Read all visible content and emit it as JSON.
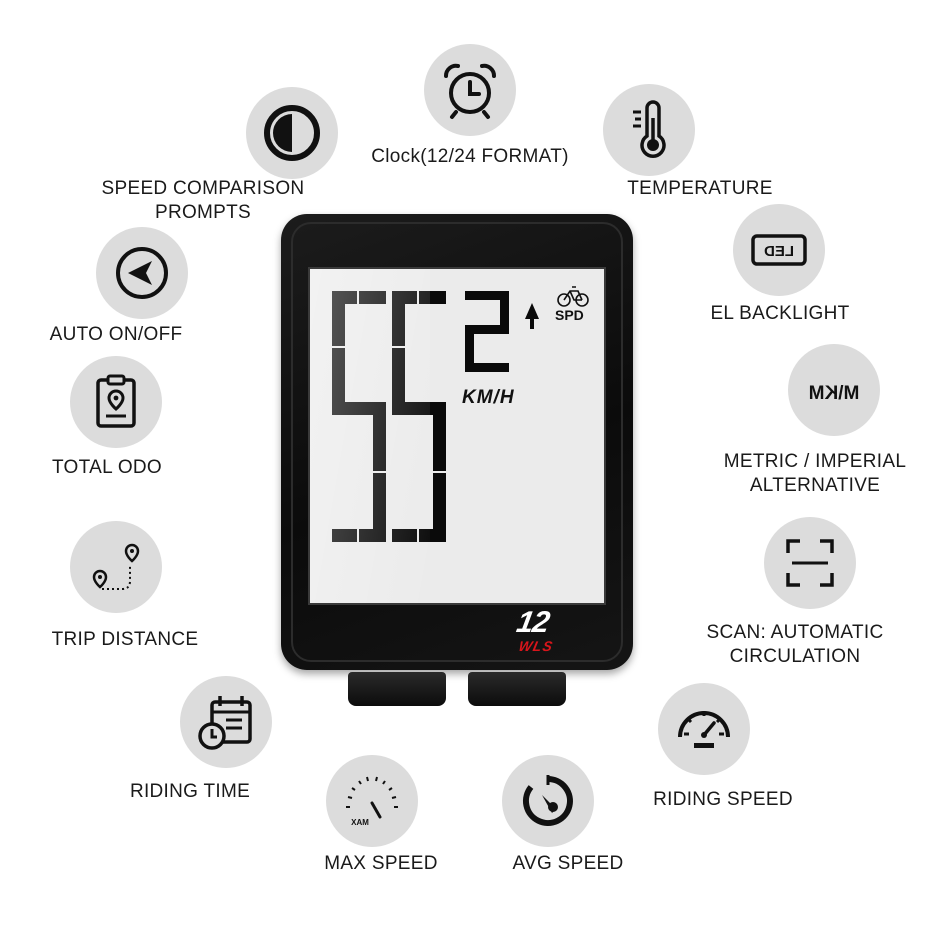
{
  "features": [
    {
      "id": "clock",
      "lines": [
        "Clock(12/24 FORMAT)"
      ],
      "icon": "alarm-clock-icon"
    },
    {
      "id": "speed-comparison",
      "lines": [
        "SPEED COMPARISON",
        "PROMPTS"
      ],
      "icon": "half-circle-icon"
    },
    {
      "id": "temperature",
      "lines": [
        "TEMPERATURE"
      ],
      "icon": "thermometer-icon"
    },
    {
      "id": "auto-onoff",
      "lines": [
        "AUTO ON/OFF"
      ],
      "icon": "navigation-arrow-icon"
    },
    {
      "id": "el-backlight",
      "lines": [
        "EL BACKLIGHT"
      ],
      "icon": "led-icon",
      "icon_text": "LED"
    },
    {
      "id": "total-odo",
      "lines": [
        "TOTAL ODO"
      ],
      "icon": "clipboard-location-icon"
    },
    {
      "id": "metric-imperial",
      "lines": [
        "METRIC / IMPERIAL",
        "ALTERNATIVE"
      ],
      "icon": "km-m-icon",
      "icon_text": "M\\KM"
    },
    {
      "id": "trip-distance",
      "lines": [
        "TRIP DISTANCE"
      ],
      "icon": "route-pins-icon"
    },
    {
      "id": "scan",
      "lines": [
        "SCAN: AUTOMATIC",
        "CIRCULATION"
      ],
      "icon": "scan-frame-icon"
    },
    {
      "id": "riding-time",
      "lines": [
        "RIDING TIME"
      ],
      "icon": "calendar-clock-icon"
    },
    {
      "id": "riding-speed",
      "lines": [
        "RIDING SPEED"
      ],
      "icon": "speedometer-icon"
    },
    {
      "id": "max-speed",
      "lines": [
        "MAX SPEED"
      ],
      "icon": "max-gauge-icon",
      "icon_text": "MAX"
    },
    {
      "id": "avg-speed",
      "lines": [
        "AVG SPEED"
      ],
      "icon": "avg-gauge-icon"
    }
  ],
  "device": {
    "speed_reading": "55.2",
    "unit": "KM/H",
    "mode": "SPD",
    "model_number": "12",
    "model_name": "WLS",
    "colors": {
      "body": "#111111",
      "screen": "#ebebeb",
      "segment": "#0a0a0a",
      "brand_red": "#d8151b",
      "icon_circle": "#dcdcdc"
    }
  }
}
